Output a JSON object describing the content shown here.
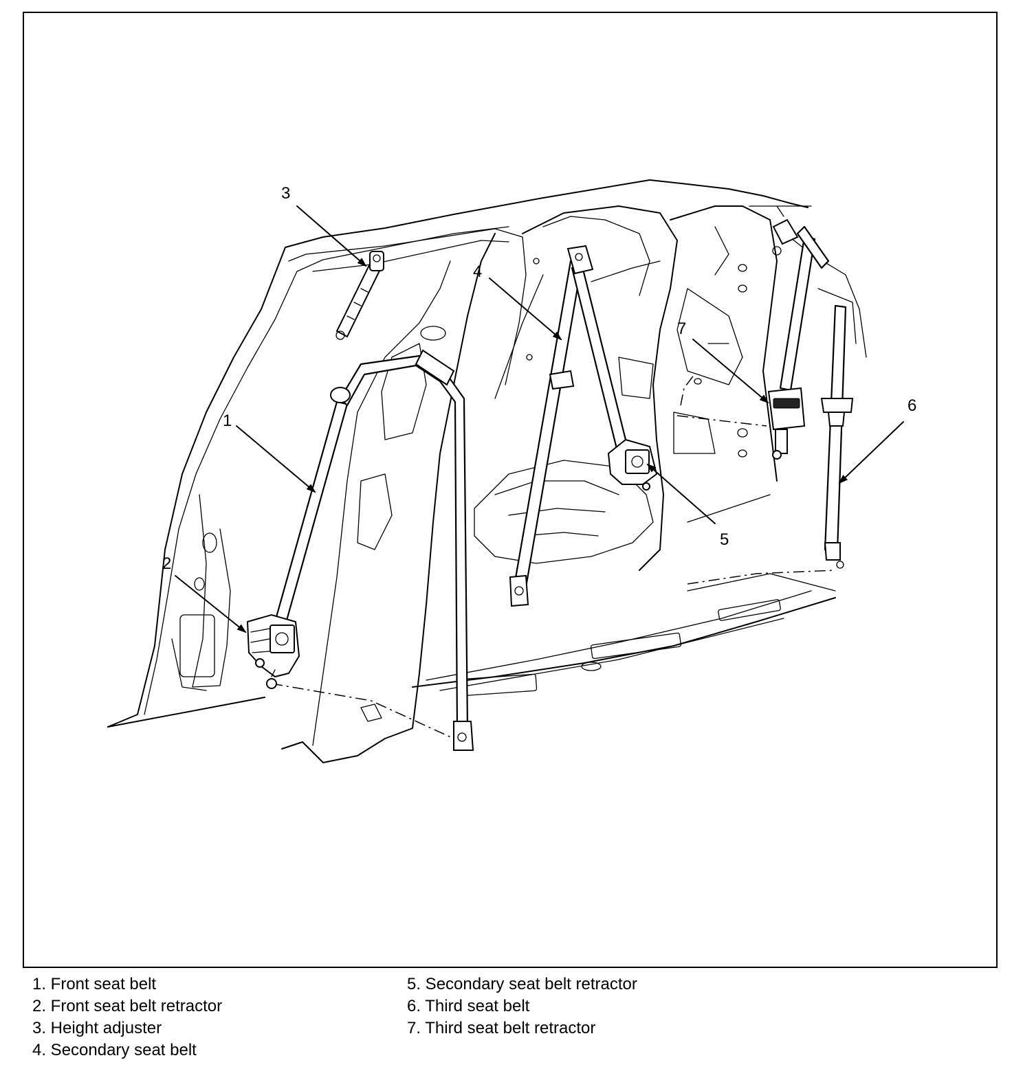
{
  "callouts": {
    "c1": "1",
    "c2": "2",
    "c3": "3",
    "c4": "4",
    "c5": "5",
    "c6": "6",
    "c7": "7"
  },
  "legend": {
    "left": [
      "1. Front seat belt",
      "2. Front seat belt retractor",
      "3. Height adjuster",
      "4. Secondary seat belt"
    ],
    "right": [
      "5. Secondary seat belt retractor",
      "6. Third seat belt",
      "7. Third seat belt retractor"
    ]
  }
}
